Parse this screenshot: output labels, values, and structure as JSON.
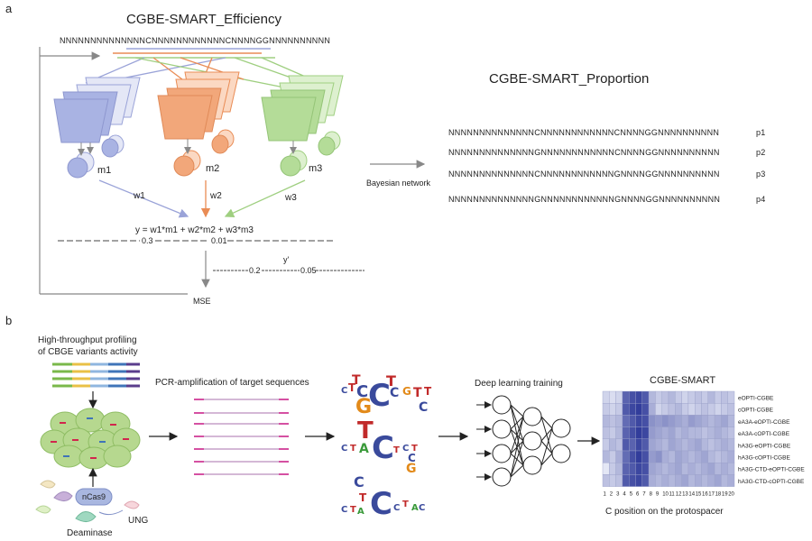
{
  "panel_a": {
    "label": "a",
    "title_left": "CGBE-SMART_Efficiency",
    "title_right": "CGBE-SMART_Proportion",
    "top_sequence": "NNNNNNNNNNNNNNCNNNNNNNNNNNNCNNNNGGNNNNNNNNNN",
    "models": [
      "m1",
      "m2",
      "m3"
    ],
    "weights": [
      "w1",
      "w2",
      "w3"
    ],
    "colors": {
      "blue": "#a9b3e3",
      "orange": "#f2a77a",
      "green": "#b4dc98",
      "blue_line": "#9aa3d8",
      "orange_line": "#e98c55",
      "green_line": "#9fcf80"
    },
    "equation": "y = w1*m1 + w2*m2 + w3*m3",
    "line1_a": "0.3",
    "line1_b": "0.01",
    "y_prime": "y'",
    "line2_a": "0.2",
    "line2_b": "0.05",
    "mse": "MSE",
    "bayesian": "Bayesian network",
    "proportions": [
      {
        "seq": "NNNNNNNNNNNNNNCNNNNNNNNNNNNCNNNNGGNNNNNNNNNN",
        "label": "p1"
      },
      {
        "seq": "NNNNNNNNNNNNNNGNNNNNNNNNNNNCNNNNGGNNNNNNNNNN",
        "label": "p2"
      },
      {
        "seq": "NNNNNNNNNNNNNNCNNNNNNNNNNNNGNNNNGGNNNNNNNNNN",
        "label": "p3"
      },
      {
        "seq": "NNNNNNNNNNNNNNGNNNNNNNNNNNNGNNNNGGNNNNNNNNNN",
        "label": "p4"
      }
    ]
  },
  "panel_b": {
    "label": "b",
    "profiling_line1": "High-throughput profiling",
    "profiling_line2": "of CBGE variants activity",
    "pcr": "PCR-amplification of target sequences",
    "ncas9": "nCas9",
    "ung": "UNG",
    "deaminase": "Deaminase",
    "deep_learning": "Deep learning training",
    "heatmap_title": "CGBE-SMART",
    "heatmap_xlabel": "C position on the protospacer",
    "heatmap_rows": [
      "eOPTI-CGBE",
      "cOPTI-CGBE",
      "eA3A-eOPTI-CGBE",
      "eA3A-cOPTI-CGBE",
      "hA3G-eOPTI-CGBE",
      "hA3G-cOPTI-CGBE",
      "hA3G-CTD-eOPTI-CGBE",
      "hA3G-CTD-cOPTI-CGBE"
    ],
    "heatmap_cols": [
      "1",
      "2",
      "3",
      "4",
      "5",
      "6",
      "7",
      "8",
      "9",
      "10",
      "11",
      "12",
      "13",
      "14",
      "15",
      "16",
      "17",
      "18",
      "19",
      "20"
    ],
    "heatmap_values": [
      [
        0.15,
        0.1,
        0.15,
        0.75,
        0.85,
        0.9,
        0.8,
        0.3,
        0.2,
        0.25,
        0.3,
        0.2,
        0.15,
        0.2,
        0.25,
        0.2,
        0.3,
        0.2,
        0.25,
        0.2
      ],
      [
        0.2,
        0.15,
        0.2,
        0.8,
        0.9,
        0.95,
        0.85,
        0.35,
        0.15,
        0.2,
        0.25,
        0.3,
        0.2,
        0.15,
        0.2,
        0.25,
        0.2,
        0.15,
        0.2,
        0.25
      ],
      [
        0.3,
        0.25,
        0.3,
        0.7,
        0.8,
        0.9,
        0.85,
        0.5,
        0.45,
        0.5,
        0.45,
        0.4,
        0.35,
        0.45,
        0.4,
        0.35,
        0.3,
        0.35,
        0.4,
        0.3
      ],
      [
        0.25,
        0.2,
        0.3,
        0.75,
        0.85,
        0.95,
        0.9,
        0.45,
        0.4,
        0.35,
        0.4,
        0.3,
        0.35,
        0.3,
        0.3,
        0.25,
        0.3,
        0.35,
        0.3,
        0.25
      ],
      [
        0.2,
        0.3,
        0.25,
        0.8,
        0.75,
        0.9,
        0.8,
        0.4,
        0.35,
        0.3,
        0.4,
        0.35,
        0.3,
        0.35,
        0.4,
        0.3,
        0.25,
        0.3,
        0.35,
        0.3
      ],
      [
        0.3,
        0.2,
        0.35,
        0.7,
        0.85,
        0.95,
        0.85,
        0.45,
        0.5,
        0.35,
        0.3,
        0.4,
        0.35,
        0.3,
        0.35,
        0.4,
        0.3,
        0.25,
        0.3,
        0.35
      ],
      [
        0.05,
        0.2,
        0.3,
        0.75,
        0.8,
        0.9,
        0.85,
        0.4,
        0.35,
        0.3,
        0.35,
        0.4,
        0.3,
        0.35,
        0.3,
        0.35,
        0.4,
        0.3,
        0.35,
        0.3
      ],
      [
        0.25,
        0.2,
        0.25,
        0.8,
        0.85,
        0.9,
        0.8,
        0.35,
        0.3,
        0.35,
        0.3,
        0.35,
        0.4,
        0.3,
        0.35,
        0.3,
        0.35,
        0.4,
        0.3,
        0.35
      ]
    ]
  }
}
